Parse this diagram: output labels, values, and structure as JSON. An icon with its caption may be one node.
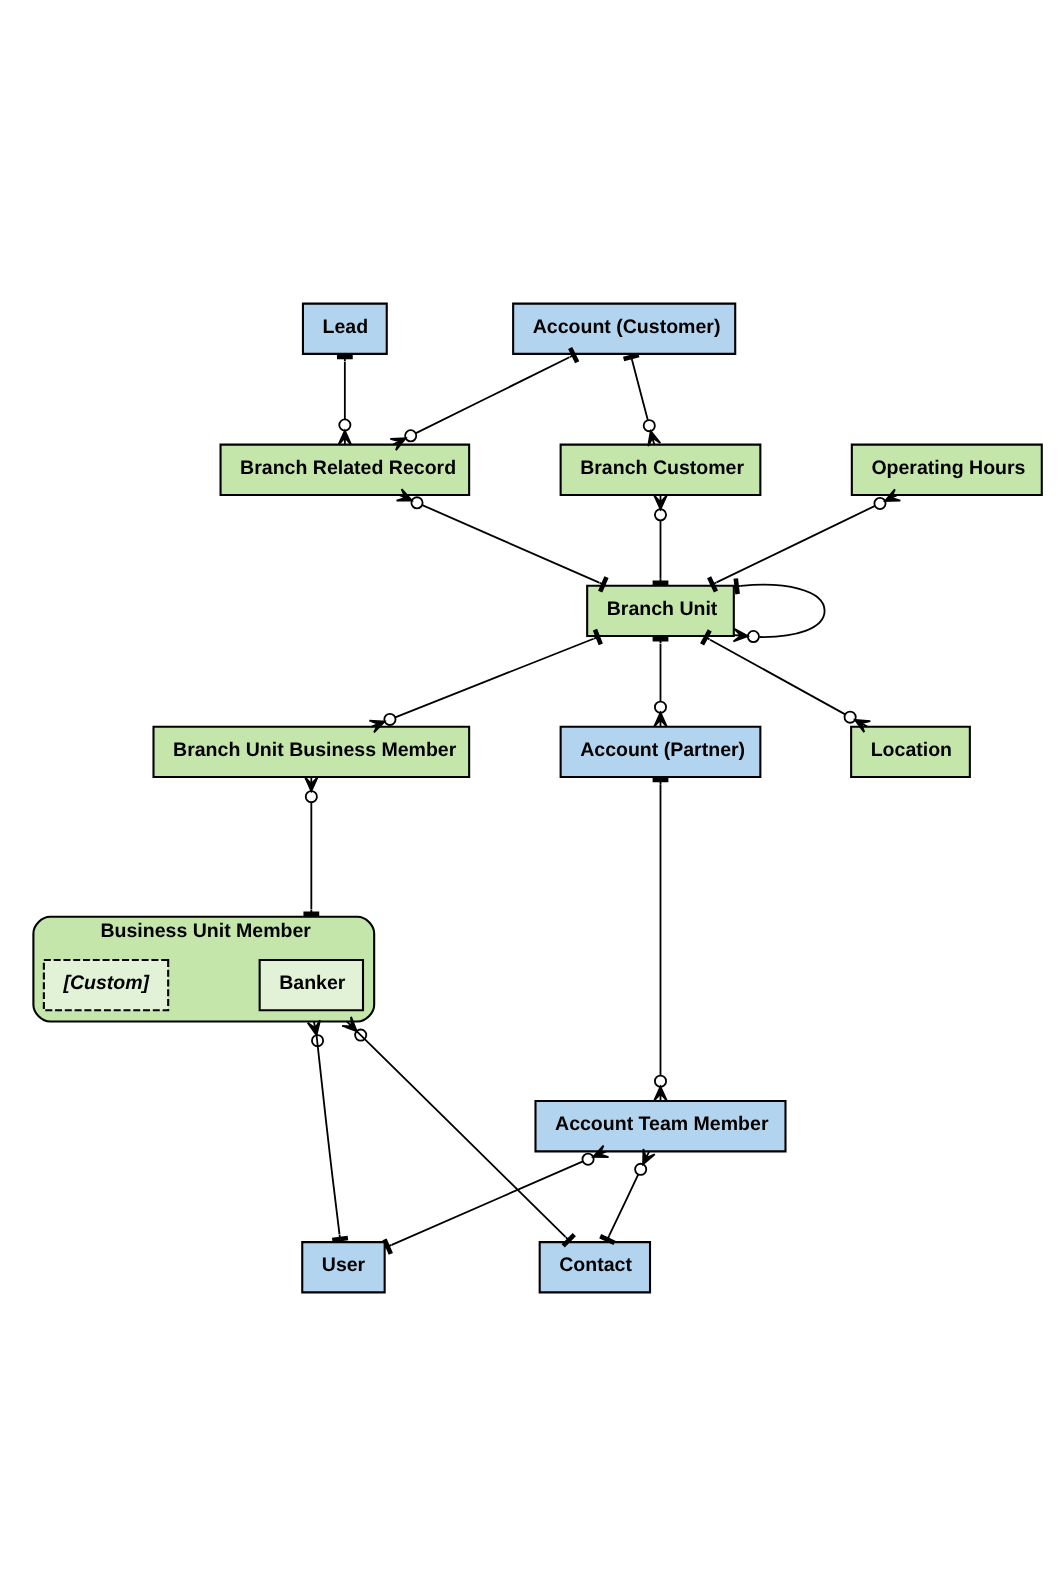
{
  "diagram": {
    "nodes": [
      {
        "text": [
          "Account (Customer)"
        ]
      },
      {
        "text": [
          "Lead"
        ]
      },
      {
        "text": [
          "Branch Related Record"
        ]
      },
      {
        "text": [
          "Branch Customer"
        ]
      },
      {
        "text": [
          "Operating Hours"
        ]
      },
      {
        "text": [
          "Branch Unit"
        ]
      },
      {
        "text": [
          "Account (Partner)"
        ]
      },
      {
        "text": [
          "Location"
        ]
      },
      {
        "text": [
          "Branch Unit Business Member"
        ]
      },
      {
        "text": [
          "Business Unit Member"
        ]
      },
      {
        "text": [
          "Banker"
        ],
        "in": 9
      },
      {
        "text": [
          "[Custom]"
        ],
        "in": 9
      },
      {
        "text": [
          "Account Team Member"
        ]
      },
      {
        "text": [
          "User"
        ]
      },
      {
        "text": [
          "Contact"
        ]
      }
    ],
    "edges": [
      {
        "from": 0,
        "to": 2,
        "arrow": "other"
      },
      {
        "from": 1,
        "to": 2,
        "arrow": "other"
      },
      {
        "from": 0,
        "to": 3,
        "arrow": "other"
      },
      {
        "from": 5,
        "to": 3,
        "arrow": "other"
      },
      {
        "from": 5,
        "to": 2,
        "arrow": "other"
      },
      {
        "from": 5,
        "to": 4,
        "arrow": "other"
      },
      {
        "from": 5,
        "to": 6,
        "arrow": "other"
      },
      {
        "from": 5,
        "to": 5,
        "arrow": "other"
      },
      {
        "from": 5,
        "to": 7,
        "arrow": "other"
      },
      {
        "from": 5,
        "to": 8,
        "arrow": "other"
      },
      {
        "from": 9,
        "to": 8,
        "arrow": "other"
      },
      {
        "from": 6,
        "to": 12,
        "arrow": "other"
      },
      {
        "from": 13,
        "to": 12,
        "arrow": "other"
      },
      {
        "from": 14,
        "to": 12,
        "arrow": "other"
      },
      {
        "from": 13,
        "to": 9,
        "arrow": "other"
      },
      {
        "from": 14,
        "to": 9,
        "arrow": "other"
      }
    ]
  }
}
